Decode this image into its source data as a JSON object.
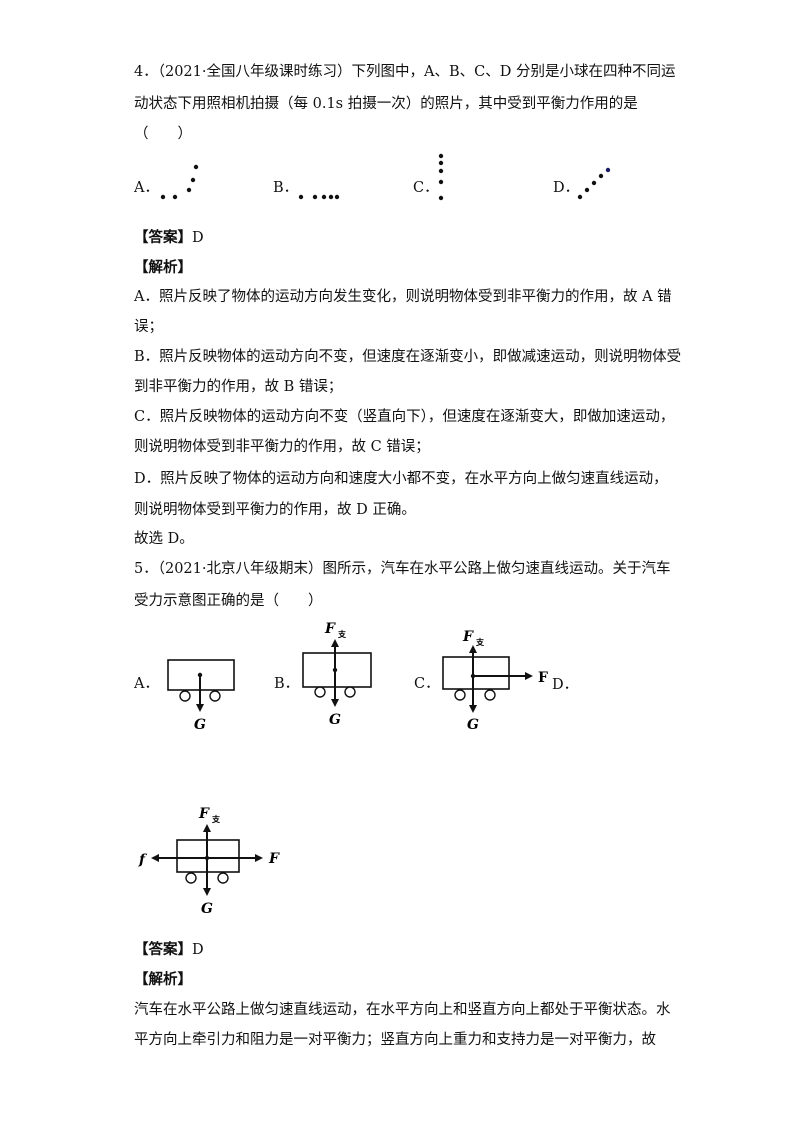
{
  "q4": {
    "line1": "4．（2021·全国八年级课时练习）下列图中，A、B、C、D 分别是小球在四种不同运",
    "line2": "动状态下用照相机拍摄（每 0.1s 拍摄一次）的照片，其中受到平衡力作用的是",
    "line3": "（　　）",
    "options": [
      "A．",
      "B．",
      "C．",
      "D．"
    ],
    "answer_label": "【答案】",
    "answer": "D",
    "analysis_label": "【解析】",
    "analysis": [
      "A．照片反映了物体的运动方向发生变化，则说明物体受到非平衡力的作用，故 A 错",
      "误；",
      "B．照片反映物体的运动方向不变，但速度在逐渐变小，即做减速运动，则说明物体受",
      "到非平衡力的作用，故 B 错误；",
      "C．照片反映物体的运动方向不变（竖直向下），但速度在逐渐变大，即做加速运动，",
      "则说明物体受到非平衡力的作用，故 C 错误；",
      "D．照片反映了物体的运动方向和速度大小都不变，在水平方向上做匀速直线运动，",
      "则说明物体受到平衡力的作用，故 D 正确。",
      "故选 D。"
    ]
  },
  "q5": {
    "line1": "5．（2021·北京八年级期末）图所示，汽车在水平公路上做匀速直线运动。关于汽车",
    "line2": "受力示意图正确的是（　　）",
    "options": [
      "A．",
      "B．",
      "C．",
      "D．"
    ],
    "labels": {
      "G": "G",
      "F": "F",
      "f": "f",
      "Fsub": "支"
    },
    "answer_label": "【答案】",
    "answer": "D",
    "analysis_label": "【解析】",
    "analysis": [
      "汽车在水平公路上做匀速直线运动，在水平方向上和竖直方向上都处于平衡状态。水",
      "平方向上牵引力和阻力是一对平衡力；竖直方向上重力和支持力是一对平衡力，故"
    ]
  }
}
